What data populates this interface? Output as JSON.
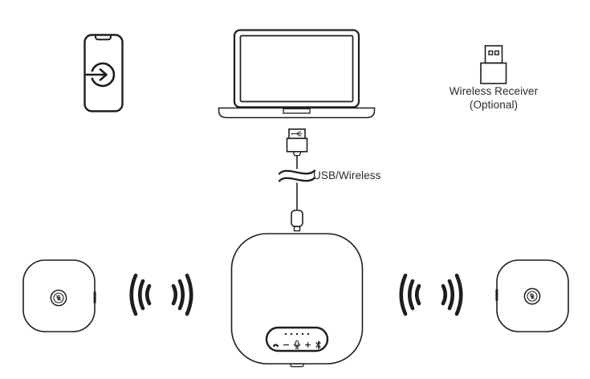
{
  "colors": {
    "background": "#ffffff",
    "line": "#1e1e1e",
    "text": "#2b2b2e"
  },
  "receiver": {
    "label_line1": "Wireless Receiver",
    "label_line2": "(Optional)"
  },
  "cable": {
    "label": "USB/Wireless"
  },
  "hub": {
    "led_count": 5,
    "controls": [
      "call",
      "volume-down",
      "microphone",
      "volume-up",
      "bluetooth"
    ]
  },
  "icons": {
    "phone_screen": "connect-arrow-icon",
    "cable_break": "cable-break-icon",
    "satellite_button": "mic-mute-icon",
    "signal": "wireless-waves-icon"
  }
}
